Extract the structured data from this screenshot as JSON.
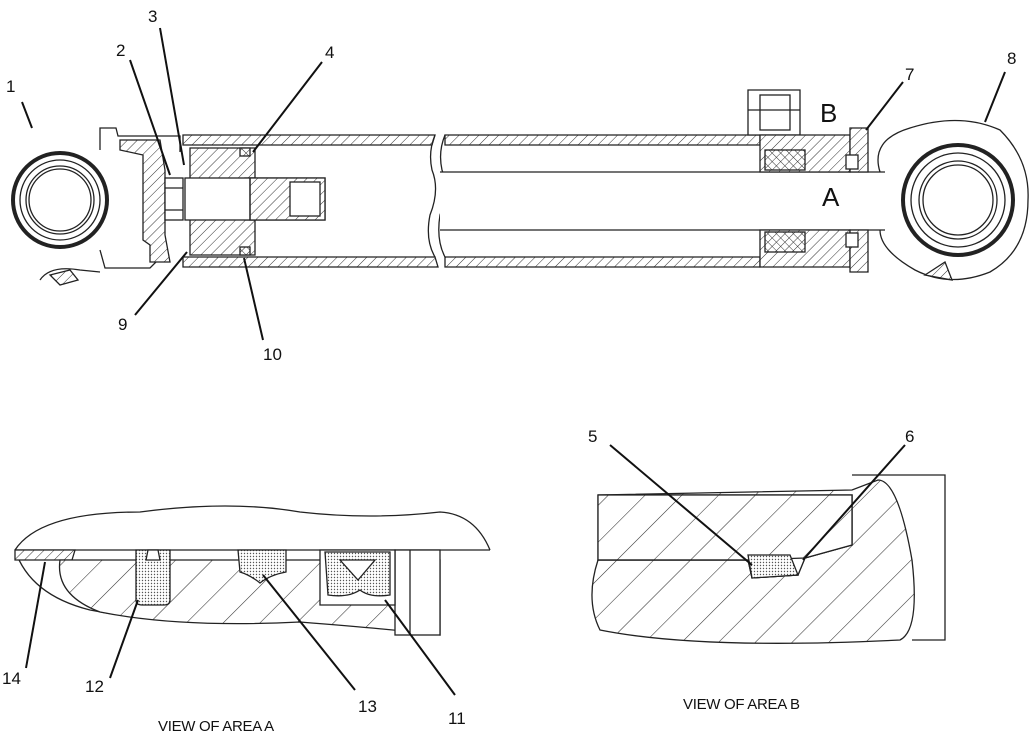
{
  "diagram": {
    "callouts": {
      "c1": "1",
      "c2": "2",
      "c3": "3",
      "c4": "4",
      "c5": "5",
      "c6": "6",
      "c7": "7",
      "c8": "8",
      "c9": "9",
      "c10": "10",
      "c11": "11",
      "c12": "12",
      "c13": "13",
      "c14": "14"
    },
    "area_markers": {
      "a": "A",
      "b": "B"
    },
    "captions": {
      "view_a": "VIEW OF AREA A",
      "view_b": "VIEW OF AREA B"
    }
  }
}
